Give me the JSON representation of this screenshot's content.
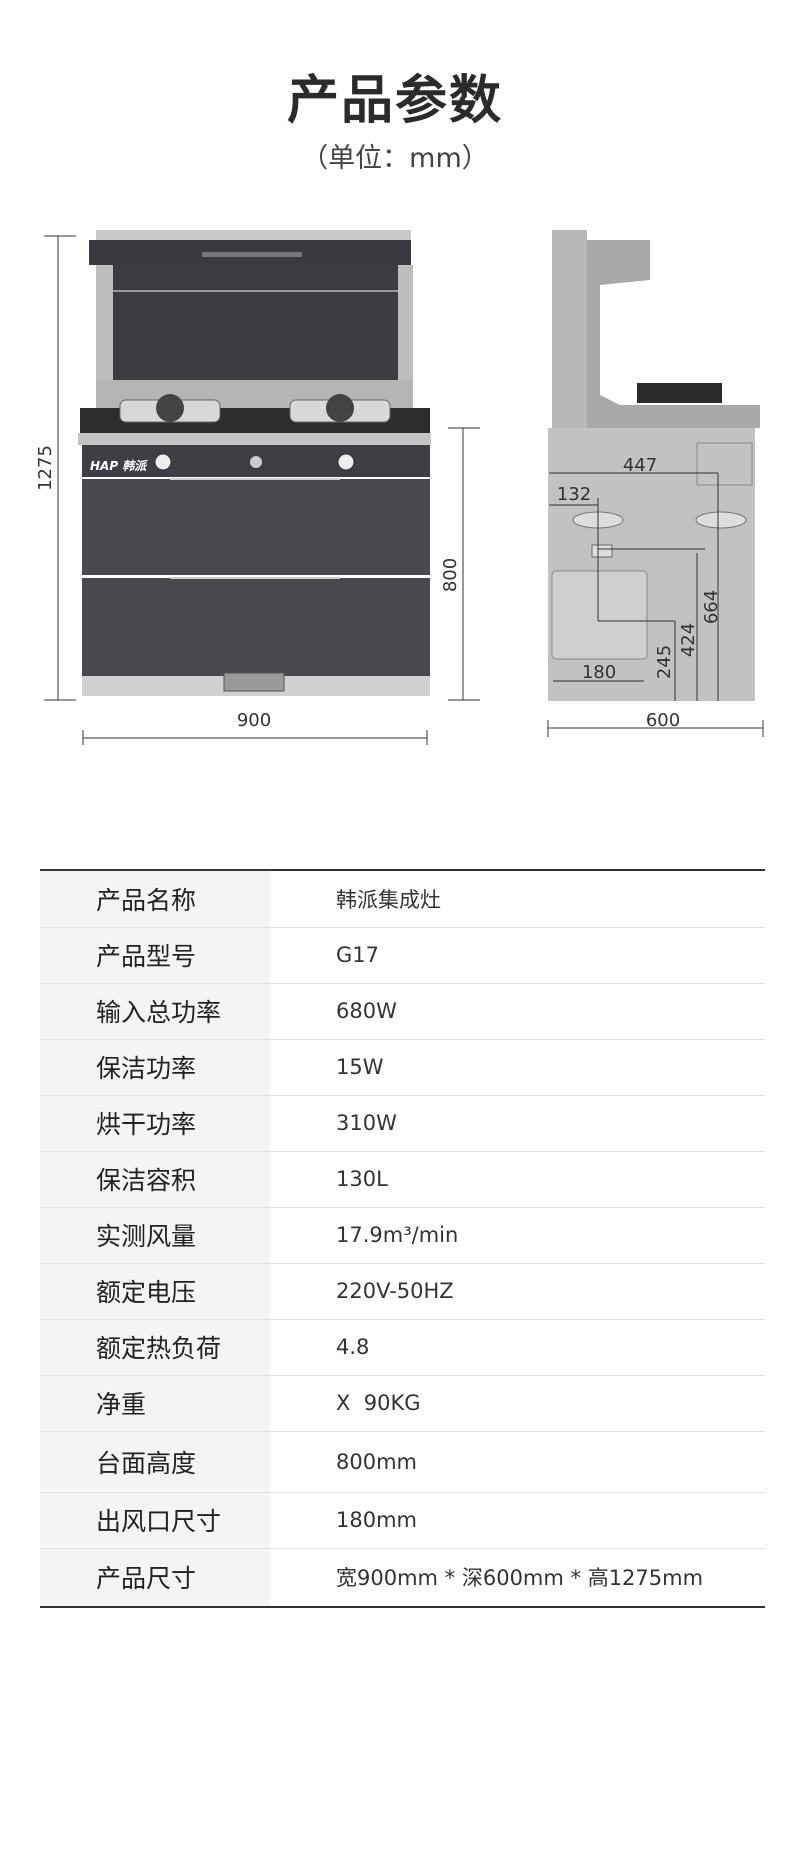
{
  "header": {
    "title": "产品参数",
    "subtitle": "（单位：mm）"
  },
  "diagram": {
    "front": {
      "height_label": "1275",
      "counter_height_label": "800",
      "width_label": "900",
      "brand_logo": "HAP 韩派"
    },
    "side": {
      "depth_label": "600",
      "dims": [
        "447",
        "132",
        "664",
        "424",
        "245",
        "180"
      ]
    }
  },
  "specs": [
    {
      "label": "产品名称",
      "value": "韩派集成灶"
    },
    {
      "label": "产品型号",
      "value": "G17"
    },
    {
      "label": "输入总功率",
      "value": "680W"
    },
    {
      "label": "保洁功率",
      "value": "15W"
    },
    {
      "label": "烘干功率",
      "value": "310W"
    },
    {
      "label": "保洁容积",
      "value": "130L"
    },
    {
      "label": "实测风量",
      "value": "17.9m³/min"
    },
    {
      "label": "额定电压",
      "value": "220V-50HZ"
    },
    {
      "label": "额定热负荷",
      "value": "4.8"
    },
    {
      "label": "净重",
      "value": "X  90KG"
    },
    {
      "label": "台面高度",
      "value": "800mm"
    },
    {
      "label": "出风口尺寸",
      "value": "180mm"
    },
    {
      "label": "产品尺寸",
      "value": "宽900mm * 深600mm * 高1275mm"
    }
  ]
}
